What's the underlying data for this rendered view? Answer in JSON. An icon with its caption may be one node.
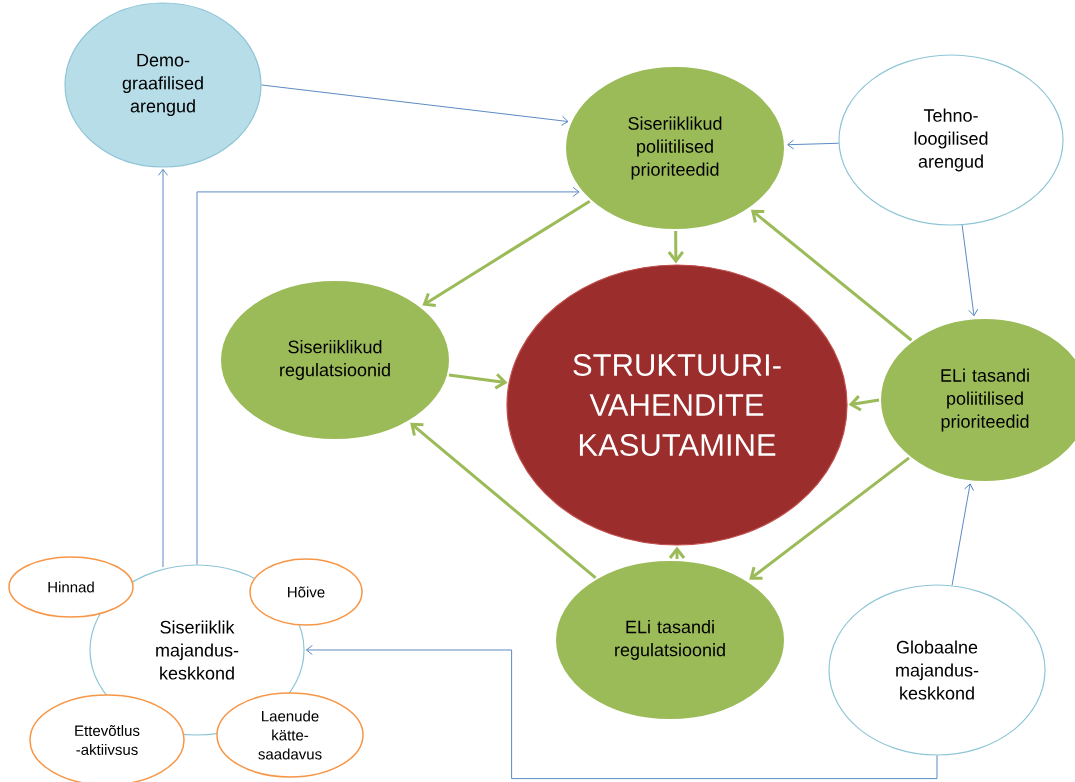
{
  "diagram": {
    "nodes": [
      {
        "text": [
          "Demo- graafilised arengud"
        ]
      },
      {
        "text": [
          "Siseriiklikud poliitilised prioriteedid"
        ]
      },
      {
        "text": [
          "Tehno- loogilised arengud"
        ]
      },
      {
        "text": [
          "Siseriiklikud regulatsioonid"
        ]
      },
      {
        "text": [
          "STRUKTUURI- VAHENDITE KASUTAMINE"
        ]
      },
      {
        "text": [
          "ELi tasandi poliitilised prioriteedid"
        ]
      },
      {
        "text": [
          "ELi tasandi regulatsioonid"
        ]
      },
      {
        "text": [
          "Globaalne majandus- keskkond"
        ]
      },
      {
        "text": [
          "Siseriiklik majandus- keskkond"
        ]
      },
      {
        "text": [
          "Hinnad"
        ]
      },
      {
        "text": [
          "Hõive"
        ]
      },
      {
        "text": [
          "Ettevõtlus -aktiivsus"
        ]
      },
      {
        "text": [
          "Laenude kätte- saadavus"
        ]
      }
    ],
    "edges": [
      {
        "from": 0,
        "to": 1,
        "arrow": "to",
        "color": "#4a7ebb"
      },
      {
        "from": 8,
        "to": 0,
        "arrow": "to",
        "color": "#4a7ebb"
      },
      {
        "from": 8,
        "to": 1,
        "arrow": "to",
        "color": "#4a7ebb"
      },
      {
        "from": 2,
        "to": 1,
        "arrow": "to",
        "color": "#4a7ebb"
      },
      {
        "from": 2,
        "to": 5,
        "arrow": "to",
        "color": "#4a7ebb"
      },
      {
        "from": 7,
        "to": 5,
        "arrow": "to",
        "color": "#4a7ebb"
      },
      {
        "from": 7,
        "to": 8,
        "arrow": "to",
        "color": "#4a7ebb"
      },
      {
        "from": 1,
        "to": 3,
        "arrow": "to"
      },
      {
        "from": 1,
        "to": 4,
        "arrow": "to"
      },
      {
        "from": 5,
        "to": 1,
        "arrow": "to"
      },
      {
        "from": 3,
        "to": 4,
        "arrow": "to"
      },
      {
        "from": 5,
        "to": 4,
        "arrow": "to"
      },
      {
        "from": 6,
        "to": 3,
        "arrow": "to"
      },
      {
        "from": 6,
        "to": 4,
        "arrow": "to"
      },
      {
        "from": 5,
        "to": 6,
        "arrow": "to"
      }
    ]
  }
}
